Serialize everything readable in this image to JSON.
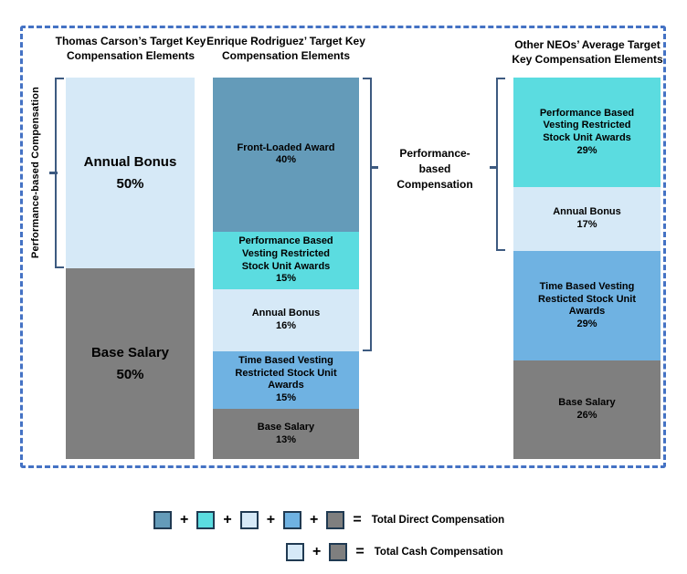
{
  "colors": {
    "steel_blue": "#649bb9",
    "teal": "#5bdce0",
    "light_blue": "#d6e9f7",
    "medium_blue": "#6fb2e2",
    "gray": "#7f7f7f",
    "frame_dash": "#4472c4",
    "bracket": "#3d5a80",
    "swatch_border": "#203a52"
  },
  "left_axis_label": "Performance-based Compensation",
  "center_label": {
    "lines": [
      "Performance-",
      "based",
      "Compensation"
    ]
  },
  "chart_data": [
    {
      "type": "bar",
      "stacked": true,
      "unit": "%",
      "title": "Thomas Carson’s Target Key Compensation Elements",
      "title_lines": [
        "Thomas Carson’s Target Key",
        "Compensation Elements"
      ],
      "segments": [
        {
          "label_lines": [
            "Annual Bonus"
          ],
          "pct_label": "50%",
          "value": 50,
          "color": "light_blue"
        },
        {
          "label_lines": [
            "Base Salary"
          ],
          "pct_label": "50%",
          "value": 50,
          "color": "gray"
        }
      ]
    },
    {
      "type": "bar",
      "stacked": true,
      "unit": "%",
      "title": "Enrique Rodriguez’ Target Key Compensation Elements",
      "title_lines": [
        "Enrique Rodriguez’ Target Key",
        "Compensation Elements"
      ],
      "segments": [
        {
          "label_lines": [
            "Front-Loaded Award"
          ],
          "pct_label": "40%",
          "value": 40,
          "color": "steel_blue"
        },
        {
          "label_lines": [
            "Performance Based",
            "Vesting Restricted",
            "Stock Unit Awards"
          ],
          "pct_label": "15%",
          "value": 15,
          "color": "teal"
        },
        {
          "label_lines": [
            "Annual Bonus"
          ],
          "pct_label": "16%",
          "value": 16,
          "color": "light_blue"
        },
        {
          "label_lines": [
            "Time Based Vesting",
            "Restricted Stock Unit",
            "Awards"
          ],
          "pct_label": "15%",
          "value": 15,
          "color": "medium_blue"
        },
        {
          "label_lines": [
            "Base Salary"
          ],
          "pct_label": "13%",
          "value": 13,
          "color": "gray"
        }
      ]
    },
    {
      "type": "bar",
      "stacked": true,
      "unit": "%",
      "title": "Other NEOs’ Average Target Key Compensation Elements",
      "title_lines": [
        "Other NEOs’ Average Target",
        "Key Compensation Elements"
      ],
      "segments": [
        {
          "label_lines": [
            "Performance Based",
            "Vesting Restricted",
            "Stock Unit Awards"
          ],
          "pct_label": "29%",
          "value": 29,
          "color": "teal"
        },
        {
          "label_lines": [
            "Annual Bonus"
          ],
          "pct_label": "17%",
          "value": 17,
          "color": "light_blue"
        },
        {
          "label_lines": [
            "Time Based Vesting",
            "Resticted Stock Unit",
            "Awards"
          ],
          "pct_label": "29%",
          "value": 29,
          "color": "medium_blue"
        },
        {
          "label_lines": [
            "Base Salary"
          ],
          "pct_label": "26%",
          "value": 26,
          "color": "gray"
        }
      ]
    }
  ],
  "legend": {
    "rows": [
      {
        "swatches": [
          "steel_blue",
          "teal",
          "light_blue",
          "medium_blue",
          "gray"
        ],
        "operator": "+",
        "equals": "=",
        "label": "Total Direct Compensation"
      },
      {
        "swatches": [
          "light_blue",
          "gray"
        ],
        "operator": "+",
        "equals": "=",
        "label": "Total Cash Compensation"
      }
    ]
  }
}
